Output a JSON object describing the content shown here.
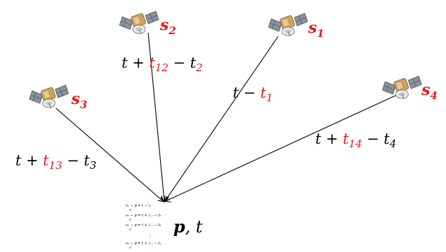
{
  "colors": {
    "accent_red": "#e8191b",
    "ink": "#000000",
    "satellite_body": "#c9a160",
    "satellite_panel": "#7f8790"
  },
  "satellites": [
    {
      "id": "s2",
      "base": "s",
      "sub": "2",
      "icon": "satellite-icon"
    },
    {
      "id": "s1",
      "base": "s",
      "sub": "1",
      "icon": "satellite-icon"
    },
    {
      "id": "s3",
      "base": "s",
      "sub": "3",
      "icon": "satellite-icon"
    },
    {
      "id": "s4",
      "base": "s",
      "sub": "4",
      "icon": "satellite-icon"
    }
  ],
  "ray_labels": {
    "s2": {
      "pre": "t + ",
      "red_base": "t",
      "red_sub": "12",
      "post": " − t",
      "post_sub": "2"
    },
    "s1": {
      "pre": "t − ",
      "red_base": "t",
      "red_sub": "1",
      "post": "",
      "post_sub": ""
    },
    "s3": {
      "pre": "t + ",
      "red_base": "t",
      "red_sub": "13",
      "post": " − t",
      "post_sub": "3"
    },
    "s4": {
      "pre": "t + ",
      "red_base": "t",
      "red_sub": "14",
      "post": " − t",
      "post_sub": "4"
    }
  },
  "receiver": {
    "label_p": "p",
    "label_sep": ", ",
    "label_t": "t"
  },
  "equations": [
    {
      "lhs_top": "s₁ − p",
      "lhs_bottom": "c",
      "rhs_black": "= t − ",
      "rhs_red": "t₁",
      "rhs_tail": ""
    },
    {
      "lhs_top": "s₂ − p",
      "lhs_bottom": "c",
      "rhs_black": "= t + ",
      "rhs_red": "t₁₂",
      "rhs_tail": " − t₂"
    },
    {
      "lhs_top": "s₃ − p",
      "lhs_bottom": "c",
      "rhs_black": "= t + ",
      "rhs_red": "t₁₃",
      "rhs_tail": " − t₃"
    },
    {
      "lhs_top": "",
      "lhs_bottom": "",
      "rhs_black": "⋮",
      "rhs_red": "",
      "rhs_tail": ""
    },
    {
      "lhs_top": "sₙ − p",
      "lhs_bottom": "c",
      "rhs_black": "= t + ",
      "rhs_red": "t₁ₙ",
      "rhs_tail": " − tₙ"
    }
  ]
}
